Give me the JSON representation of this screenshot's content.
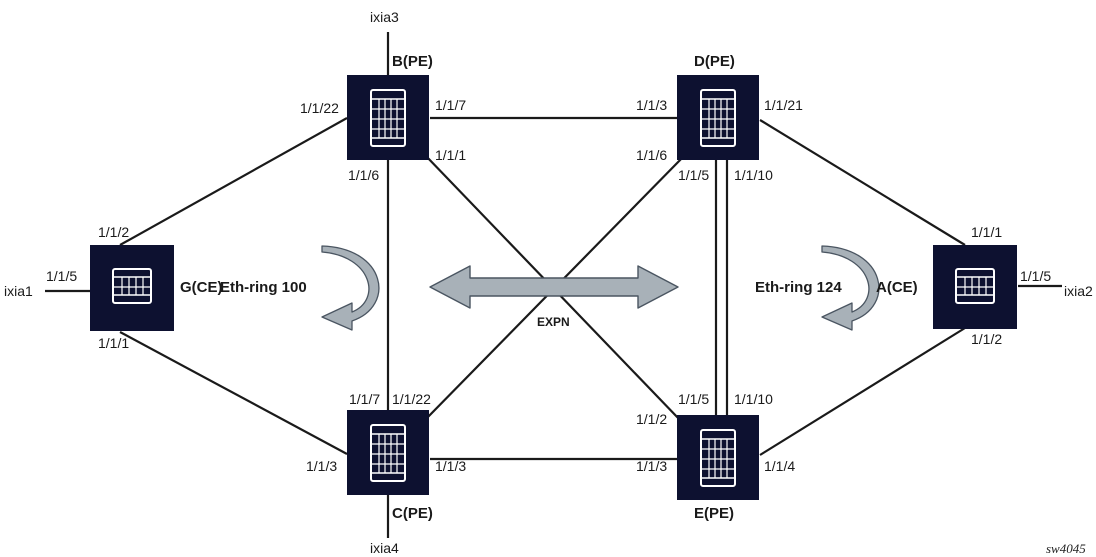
{
  "colors": {
    "node_fill": "#0d1130",
    "line": "#1a1a1a",
    "arrow_fill": "#a8b1b8",
    "arrow_stroke": "#4a5561",
    "background": "#ffffff"
  },
  "nodes": {
    "B": {
      "label": "B(PE)",
      "icon": "router-icon"
    },
    "D": {
      "label": "D(PE)",
      "icon": "router-icon"
    },
    "C": {
      "label": "C(PE)",
      "icon": "router-icon"
    },
    "E": {
      "label": "E(PE)",
      "icon": "router-icon"
    },
    "G": {
      "label": "G(CE)",
      "icon": "router-icon"
    },
    "A": {
      "label": "A(CE)",
      "icon": "router-icon"
    }
  },
  "testers": {
    "ixia1": "ixia1",
    "ixia2": "ixia2",
    "ixia3": "ixia3",
    "ixia4": "ixia4"
  },
  "ports": {
    "b_ixia_up": "",
    "b_22": "1/1/22",
    "b_7": "1/1/7",
    "b_1": "1/1/1",
    "b_6": "1/1/6",
    "d_3": "1/1/3",
    "d_21": "1/1/21",
    "d_6": "1/1/6",
    "d_5": "1/1/5",
    "d_10": "1/1/10",
    "c_7": "1/1/7",
    "c_22": "1/1/22",
    "c_3_left": "1/1/3",
    "c_3_right": "1/1/3",
    "e_5": "1/1/5",
    "e_10": "1/1/10",
    "e_2": "1/1/2",
    "e_3": "1/1/3",
    "e_4": "1/1/4",
    "g_2": "1/1/2",
    "g_5": "1/1/5",
    "g_1": "1/1/1",
    "a_1": "1/1/1",
    "a_5": "1/1/5",
    "a_2": "1/1/2"
  },
  "rings": {
    "left": "Eth-ring 100",
    "right": "Eth-ring 124"
  },
  "center_label": "EXPN",
  "figure_tag": "sw4045"
}
